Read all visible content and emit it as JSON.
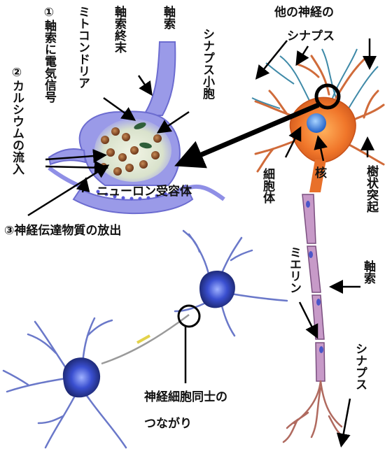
{
  "labels": {
    "mitochondria": "ミトコンドリア",
    "axon_terminal": "軸索終末",
    "axon_top": "軸索",
    "synaptic_vesicle": "シナプス小胞",
    "step1": "①軸索に電気信号",
    "step2": "②カルシウムの流入",
    "receptor": "ニューロン受容体",
    "step3": "③神経伝達物質の放出",
    "other_synapse_line1": "他の神経の",
    "other_synapse_line2": "シナプス",
    "cell_body": "細胞体",
    "nucleus": "核",
    "dendrite": "樹状突起",
    "myelin": "ミエリン",
    "axon_right": "軸索",
    "synapse_bottom": "シナプス",
    "connection_line1": "神経細胞同士の",
    "connection_line2": "つながり"
  },
  "colors": {
    "terminal_fill": "#8f8fe6",
    "terminal_inner": "#e6ecd8",
    "neuron_orange": "#f0762a",
    "nucleus_blue": "#2b6fd6",
    "myelin_pink": "#b07fb2",
    "bottom_neuron": "#3a4fd0",
    "dendrite_teal": "#3f8aa8"
  }
}
